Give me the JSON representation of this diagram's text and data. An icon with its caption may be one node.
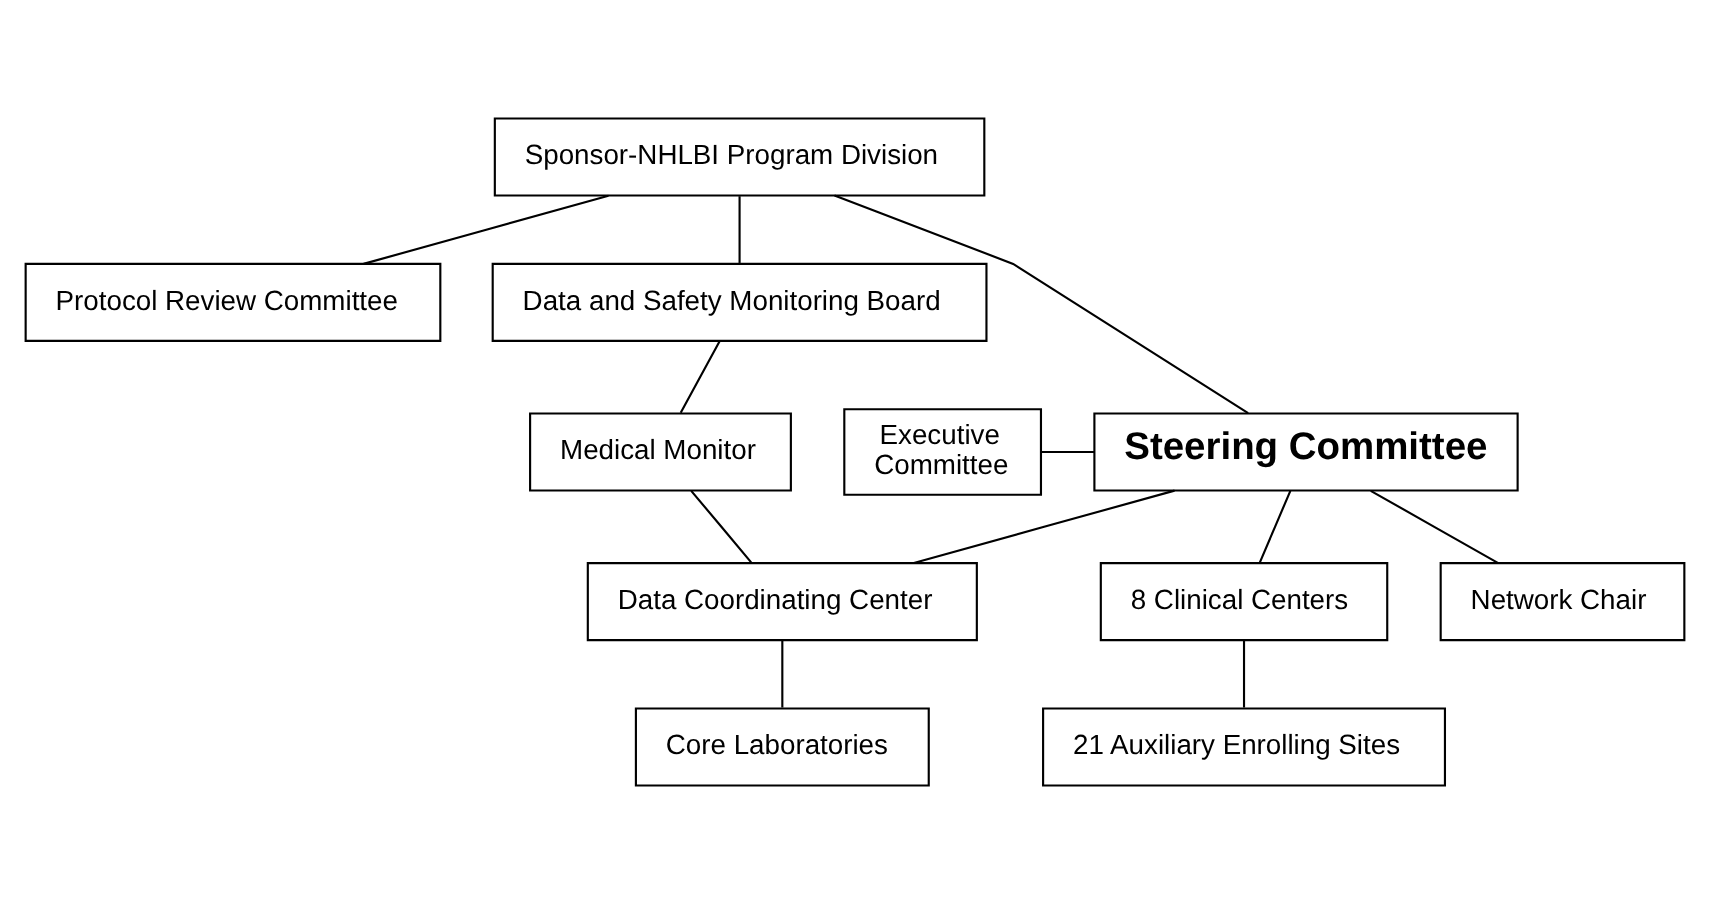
{
  "diagram": {
    "nodes": [
      {
        "text": [
          "Sponsor-NHLBI Program Division"
        ]
      },
      {
        "text": [
          "Protocol Review Committee"
        ]
      },
      {
        "text": [
          "Data and Safety Monitoring Board"
        ]
      },
      {
        "text": [
          "Executive Committee"
        ]
      },
      {
        "text": [
          "Steering Committee"
        ]
      },
      {
        "text": [
          "Medical Monitor"
        ]
      },
      {
        "text": [
          "8 Clinical Centers"
        ]
      },
      {
        "text": [
          "Network Chair"
        ]
      },
      {
        "text": [
          "Data Coordinating Center"
        ]
      },
      {
        "text": [
          "21 Auxiliary Enrolling Sites"
        ]
      },
      {
        "text": [
          "Core Laboratories"
        ]
      }
    ],
    "edges": [
      {
        "from": 0,
        "to": 1,
        "arrow": "none"
      },
      {
        "from": 0,
        "to": 2,
        "arrow": "none"
      },
      {
        "from": 0,
        "to": 4,
        "arrow": "none"
      },
      {
        "from": 3,
        "to": 4,
        "arrow": "none"
      },
      {
        "from": 2,
        "to": 5,
        "arrow": "none"
      },
      {
        "from": 4,
        "to": 6,
        "arrow": "none"
      },
      {
        "from": 4,
        "to": 7,
        "arrow": "none"
      },
      {
        "from": 4,
        "to": 8,
        "arrow": "none"
      },
      {
        "from": 5,
        "to": 8,
        "arrow": "none"
      },
      {
        "from": 6,
        "to": 9,
        "arrow": "none"
      },
      {
        "from": 8,
        "to": 10,
        "arrow": "none"
      }
    ]
  }
}
